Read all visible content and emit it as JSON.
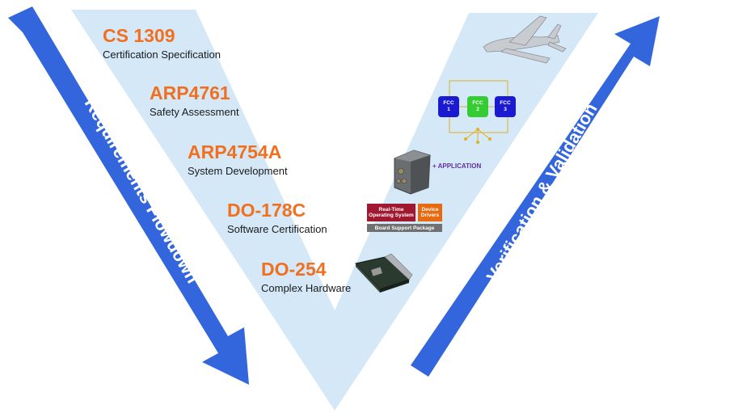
{
  "standards": [
    {
      "code": "CS 1309",
      "desc": "Certification Specification"
    },
    {
      "code": "ARP4761",
      "desc": "Safety Assessment"
    },
    {
      "code": "ARP4754A",
      "desc": "System Development"
    },
    {
      "code": "DO-178C",
      "desc": "Software  Certification"
    },
    {
      "code": "DO-254",
      "desc": "Complex Hardware"
    }
  ],
  "left_arrow_label": "Requirements Flowdown",
  "right_arrow_label": "Verification & Validation",
  "fcc": [
    {
      "name": "FCC",
      "num": "1"
    },
    {
      "name": "FCC",
      "num": "2"
    },
    {
      "name": "FCC",
      "num": "3"
    }
  ],
  "application_label": "+ APPLICATION",
  "software_stack": {
    "rtos": "Real-Time Operating System",
    "drivers": "Device Drivers",
    "bsp": "Board Support Package"
  },
  "colors": {
    "v_fill": "#d4e8f8",
    "arrow_blue": "#3366dd",
    "standard_orange": "#f07020",
    "fcc_blue": "#1a1ad0",
    "fcc_green": "#33cc33",
    "rtos_red": "#a01830",
    "drivers_orange": "#e86a10",
    "bsp_gray": "#707070"
  }
}
